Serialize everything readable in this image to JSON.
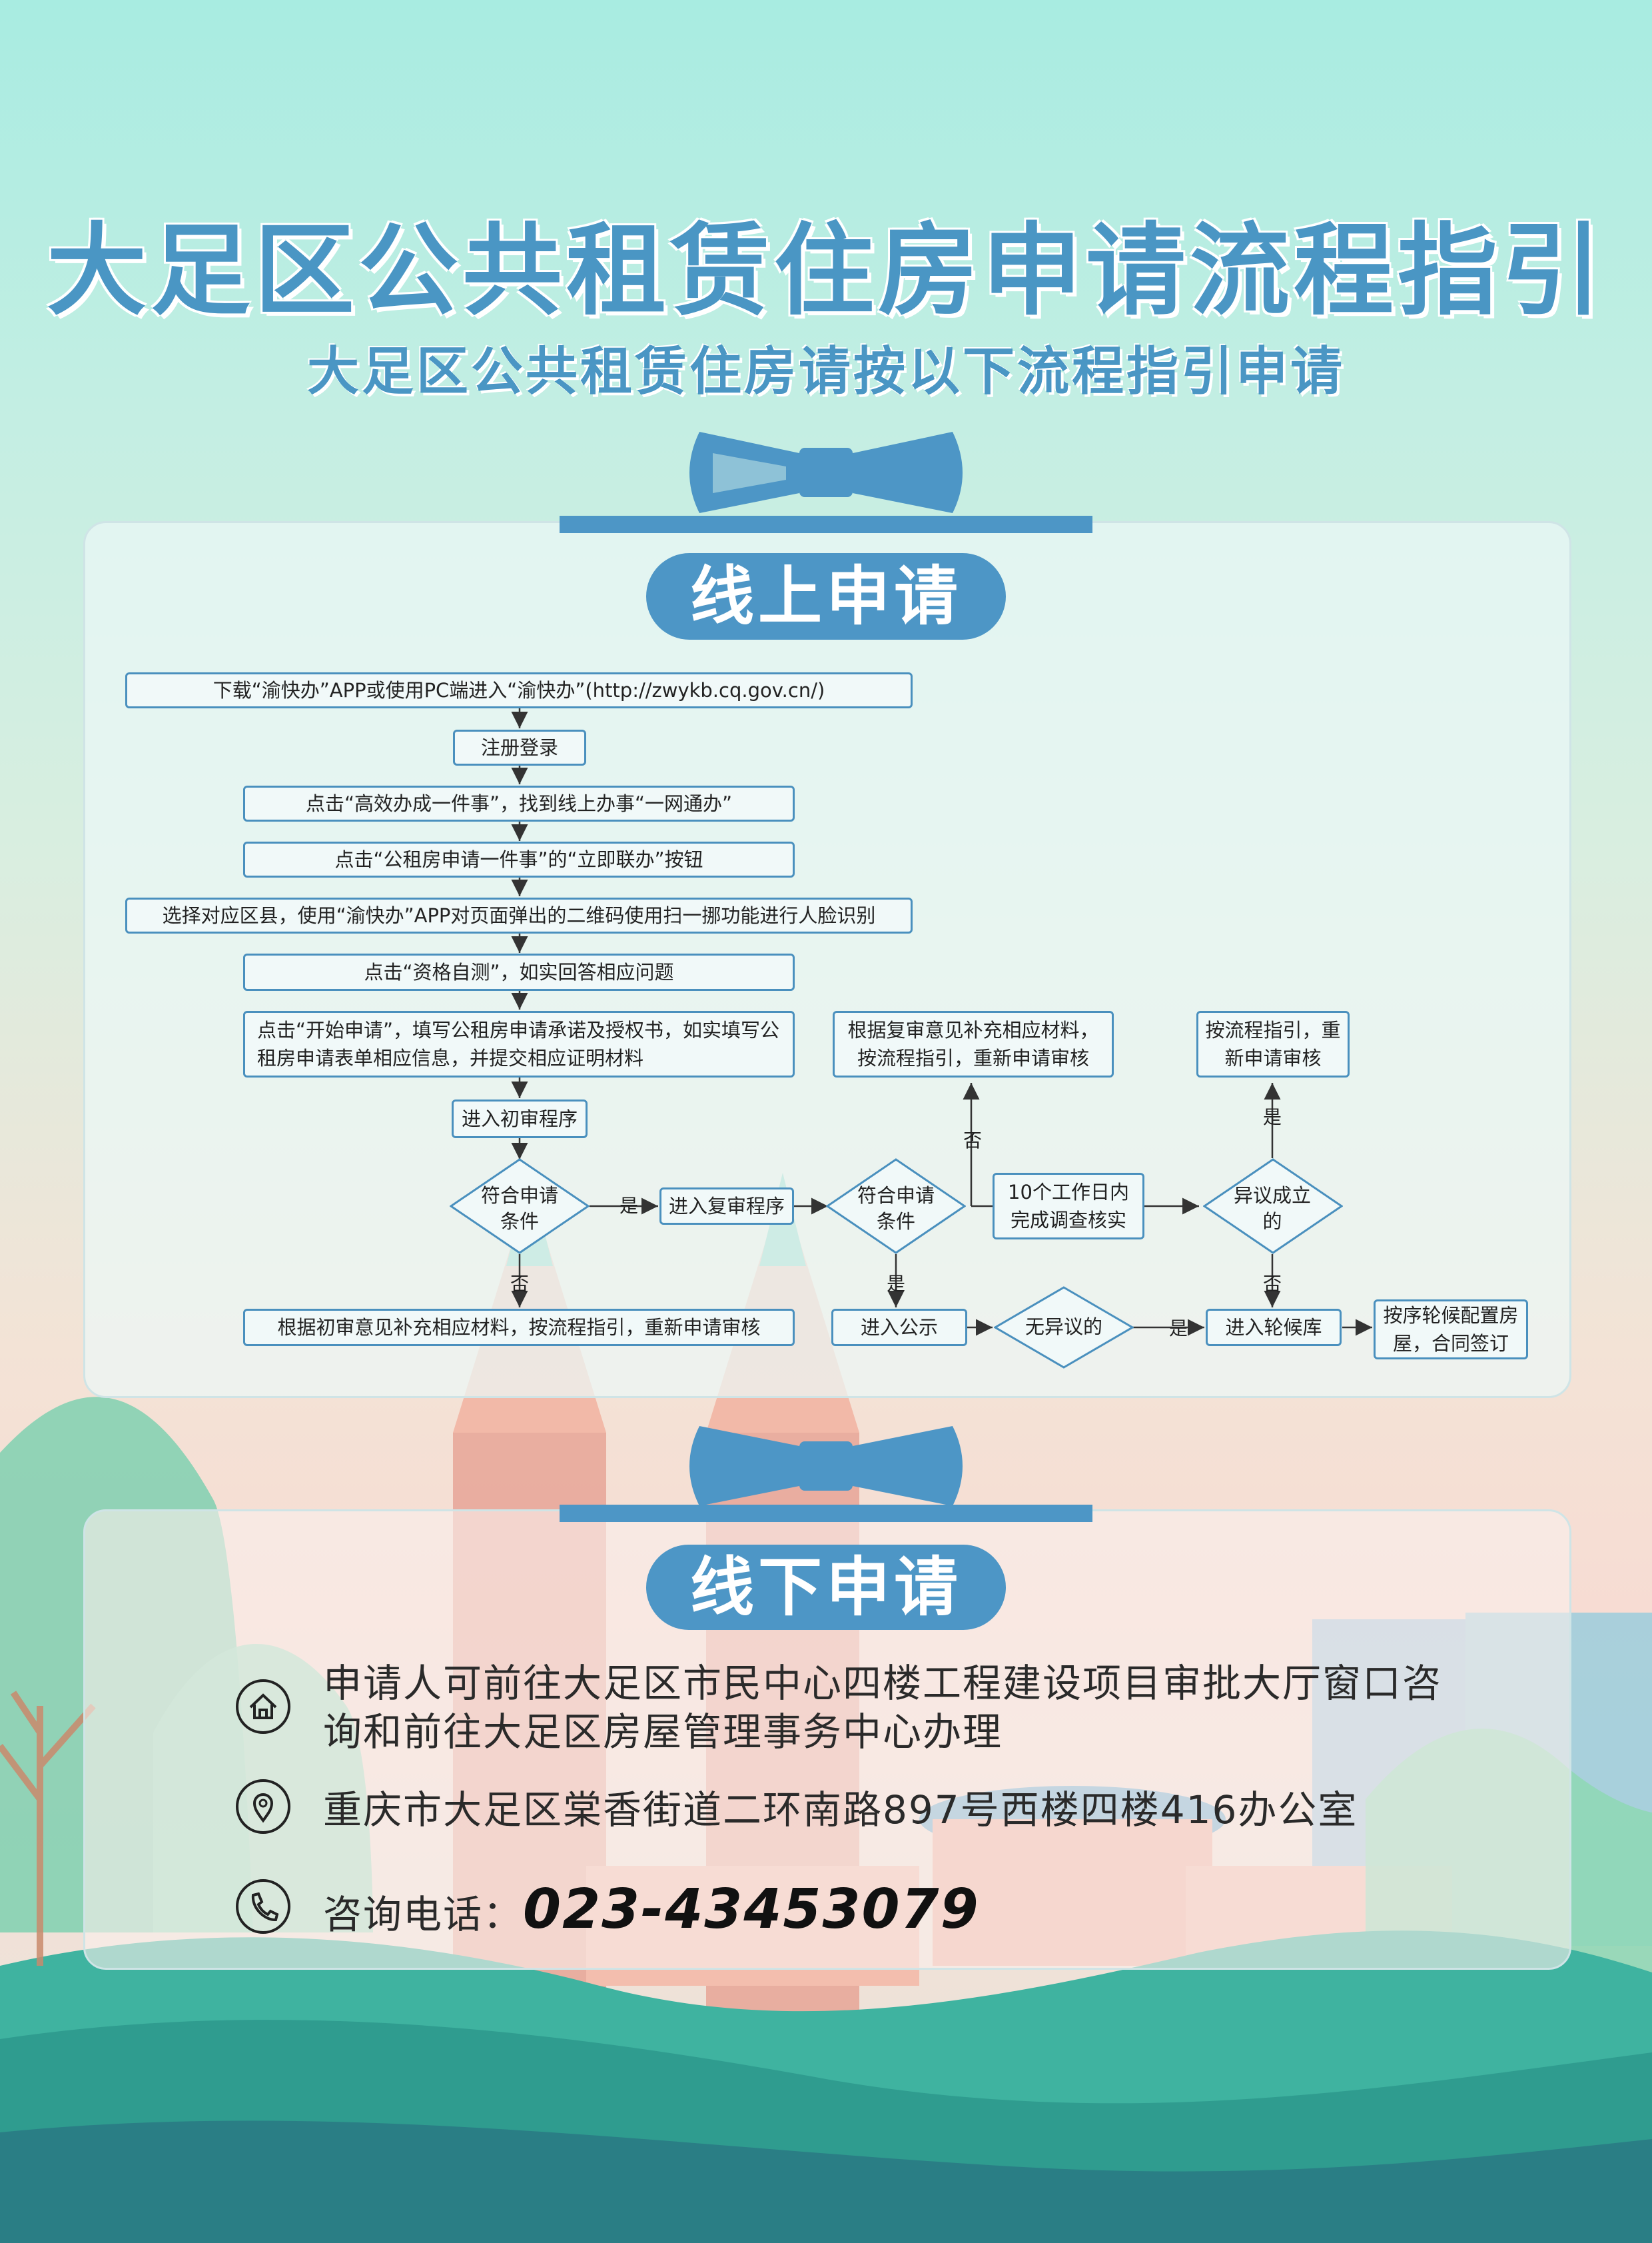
{
  "title": "大足区公共租赁住房申请流程指引",
  "subtitle": "大足区公共租赁住房请按以下流程指引申请",
  "online": {
    "heading": "线上申请",
    "steps": [
      "下载“渝快办”APP或使用PC端进入“渝快办”(http://zwykb.cq.gov.cn/)",
      "注册登录",
      "点击“高效办成一件事”，找到线上办事“一网通办”",
      "点击“公租房申请一件事”的“立即联办”按钮",
      "选择对应区县，使用“渝快办”APP对页面弹出的二维码使用扫一挪功能进行人脸识别",
      "点击“资格自测”，如实回答相应问题",
      "点击“开始申请”，填写公租房申请承诺及授权书，如实填写公租房申请表单相应信息，并提交相应证明材料",
      "进入初审程序"
    ],
    "decision_1": "符合申请条件",
    "review_step": "进入复审程序",
    "decision_2": "符合申请条件",
    "reject_1": "根据初审意见补充相应材料，按流程指引，重新申请审核",
    "reject_2": "根据复审意见补充相应材料，按流程指引，重新申请审核",
    "investigate": "10个工作日内完成调查核实",
    "decision_3": "异议成立的",
    "restart": "按流程指引，重新申请审核",
    "publicity": "进入公示",
    "decision_4": "无异议的",
    "waitlist": "进入轮候库",
    "final": "按序轮候配置房屋，合同签订",
    "yes": "是",
    "no": "否"
  },
  "offline": {
    "heading": "线下申请",
    "office_text": "申请人可前往大足区市民中心四楼工程建设项目审批大厅窗口咨询和前往大足区房屋管理事务中心办理",
    "address": "重庆市大足区棠香街道二环南路897号西楼四楼416办公室",
    "phone_label": "咨询电话：",
    "phone_number": "023-43453079",
    "icons": [
      "home-icon",
      "location-pin-icon",
      "phone-icon"
    ]
  },
  "colors": {
    "accent": "#4d96c6",
    "box_border": "#4a90be",
    "title": "#4a96c4"
  }
}
